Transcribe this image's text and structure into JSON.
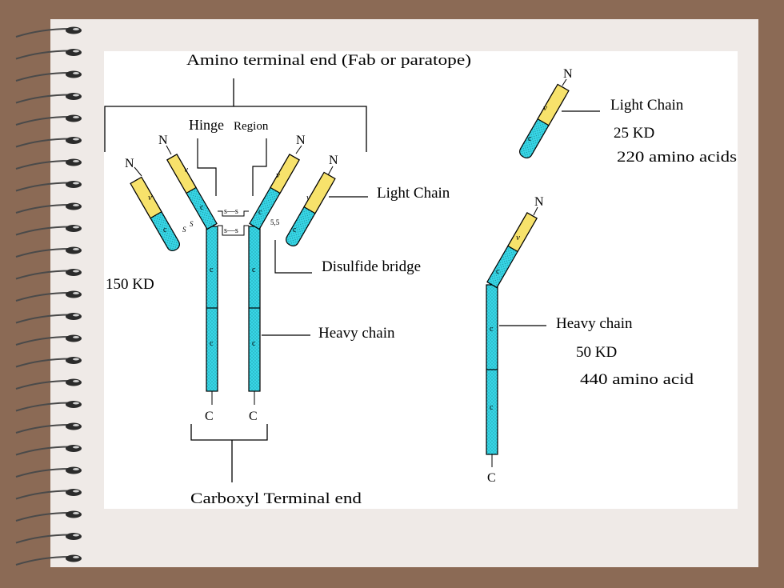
{
  "colors": {
    "background": "#8b6a55",
    "paper": "#efeae7",
    "figure": "#ffffff",
    "variable_region": "#f7e26b",
    "constant_region": "#37d6e6",
    "outline": "#000000"
  },
  "labels": {
    "amino_terminal": "Amino terminal end (Fab or paratope)",
    "hinge": "Hinge",
    "region": "Region",
    "light_chain_main": "Light Chain",
    "disulfide": "Disulfide bridge",
    "heavy_chain_main": "Heavy chain",
    "mass_whole": "150 KD",
    "carboxyl_terminal": "Carboxyl Terminal end",
    "light_chain_single": "Light Chain",
    "light_mass": "25 KD",
    "light_aa": "220 amino acids",
    "heavy_chain_single": "Heavy chain",
    "heavy_mass": "50 KD",
    "heavy_aa": "440 amino acid",
    "n_terminus": "N",
    "c_terminus": "C",
    "v_domain": "v",
    "c_domain": "c",
    "s_bond": "S",
    "ss_bond": "s—s",
    "s5": "5,5"
  },
  "icons": [
    "spiral-ring-icon"
  ]
}
